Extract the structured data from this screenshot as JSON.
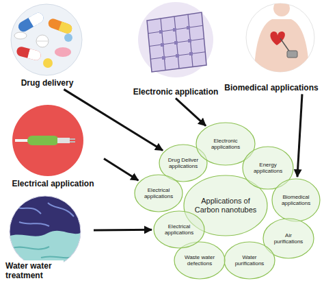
{
  "diagram": {
    "nodes": [
      {
        "text": [
          "Drug delivery"
        ]
      },
      {
        "text": [
          "Electronic application"
        ]
      },
      {
        "text": [
          "Biomedical applications"
        ]
      },
      {
        "text": [
          "Electrical application"
        ]
      },
      {
        "text": [
          "Water water treatment"
        ]
      },
      {
        "text": [
          "Applications of Carbon nanotubes"
        ]
      },
      {
        "text": [
          "Drug Deliver applications"
        ]
      },
      {
        "text": [
          "Electronic applications"
        ]
      },
      {
        "text": [
          "Energy applications"
        ]
      },
      {
        "text": [
          "Biomedical applications"
        ]
      },
      {
        "text": [
          "Air purifications"
        ]
      },
      {
        "text": [
          "Water purifications"
        ]
      },
      {
        "text": [
          "Waste water defections"
        ]
      },
      {
        "text": [
          "Electrical applications"
        ]
      },
      {
        "text": [
          "Electrical applications"
        ]
      }
    ],
    "edges": [
      {
        "from": 0,
        "to": 6,
        "arrow": "to"
      },
      {
        "from": 1,
        "to": 7,
        "arrow": "to"
      },
      {
        "from": 2,
        "to": 9,
        "arrow": "to"
      },
      {
        "from": 3,
        "to": 13,
        "arrow": "to"
      },
      {
        "from": 4,
        "to": 14,
        "arrow": "to"
      }
    ]
  }
}
